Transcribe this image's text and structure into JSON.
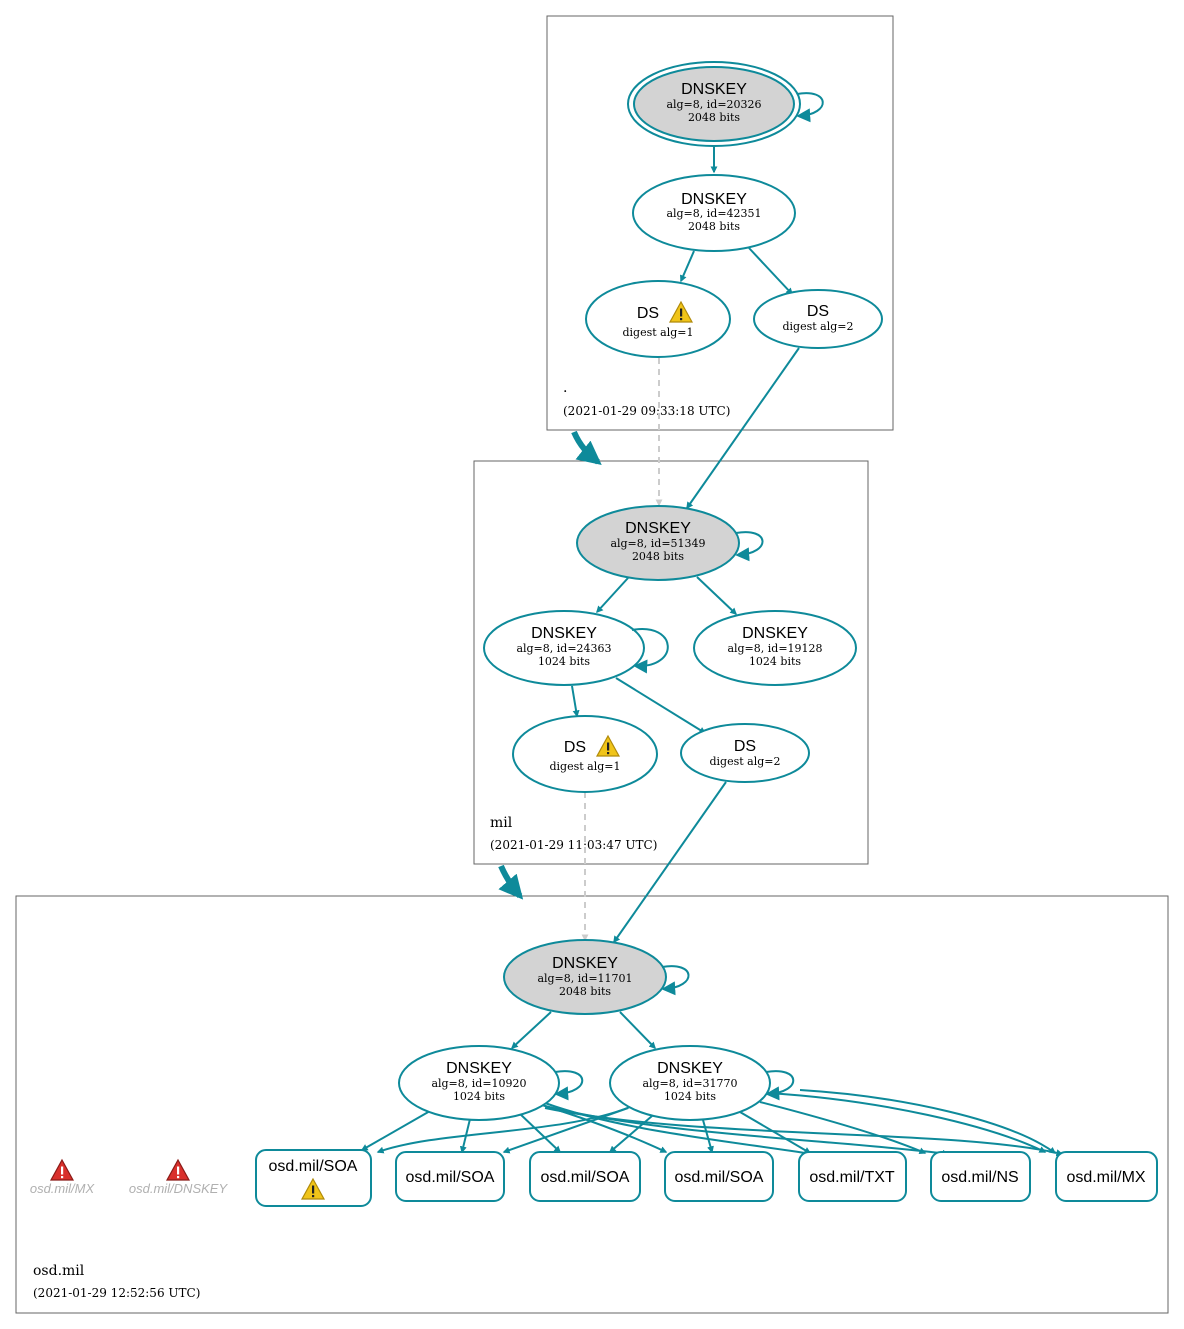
{
  "colors": {
    "edge": "#0e8a9a",
    "secure_entry_fill": "#d3d3d3",
    "node_fill": "#ffffff",
    "insecure_edge": "#cccccc",
    "warning_fill": "#f0c419",
    "error_fill": "#d9302c",
    "missing_text": "#b0b0b0"
  },
  "zones": {
    "root": {
      "name": ".",
      "timestamp": "(2021-01-29 09:33:18 UTC)"
    },
    "mil": {
      "name": "mil",
      "timestamp": "(2021-01-29 11:03:47 UTC)"
    },
    "osd": {
      "name": "osd.mil",
      "timestamp": "(2021-01-29 12:52:56 UTC)"
    }
  },
  "nodes": {
    "root_ksk": {
      "title": "DNSKEY",
      "line1": "alg=8, id=20326",
      "line2": "2048 bits"
    },
    "root_zsk": {
      "title": "DNSKEY",
      "line1": "alg=8, id=42351",
      "line2": "2048 bits"
    },
    "root_ds1": {
      "title": "DS",
      "line1": "digest alg=1",
      "icon": "warning-icon"
    },
    "root_ds2": {
      "title": "DS",
      "line1": "digest alg=2"
    },
    "mil_ksk": {
      "title": "DNSKEY",
      "line1": "alg=8, id=51349",
      "line2": "2048 bits"
    },
    "mil_zsk1": {
      "title": "DNSKEY",
      "line1": "alg=8, id=24363",
      "line2": "1024 bits"
    },
    "mil_zsk2": {
      "title": "DNSKEY",
      "line1": "alg=8, id=19128",
      "line2": "1024 bits"
    },
    "mil_ds1": {
      "title": "DS",
      "line1": "digest alg=1",
      "icon": "warning-icon"
    },
    "mil_ds2": {
      "title": "DS",
      "line1": "digest alg=2"
    },
    "osd_ksk": {
      "title": "DNSKEY",
      "line1": "alg=8, id=11701",
      "line2": "2048 bits"
    },
    "osd_zsk1": {
      "title": "DNSKEY",
      "line1": "alg=8, id=10920",
      "line2": "1024 bits"
    },
    "osd_zsk2": {
      "title": "DNSKEY",
      "line1": "alg=8, id=31770",
      "line2": "1024 bits"
    }
  },
  "rrsets": {
    "soa1": {
      "label": "osd.mil/SOA",
      "icon": "warning-icon"
    },
    "soa2": {
      "label": "osd.mil/SOA"
    },
    "soa3": {
      "label": "osd.mil/SOA"
    },
    "soa4": {
      "label": "osd.mil/SOA"
    },
    "txt": {
      "label": "osd.mil/TXT"
    },
    "ns": {
      "label": "osd.mil/NS"
    },
    "mx": {
      "label": "osd.mil/MX"
    }
  },
  "missing": {
    "mx": {
      "label": "osd.mil/MX",
      "icon": "error-icon"
    },
    "dnskey": {
      "label": "osd.mil/DNSKEY",
      "icon": "error-icon"
    }
  }
}
